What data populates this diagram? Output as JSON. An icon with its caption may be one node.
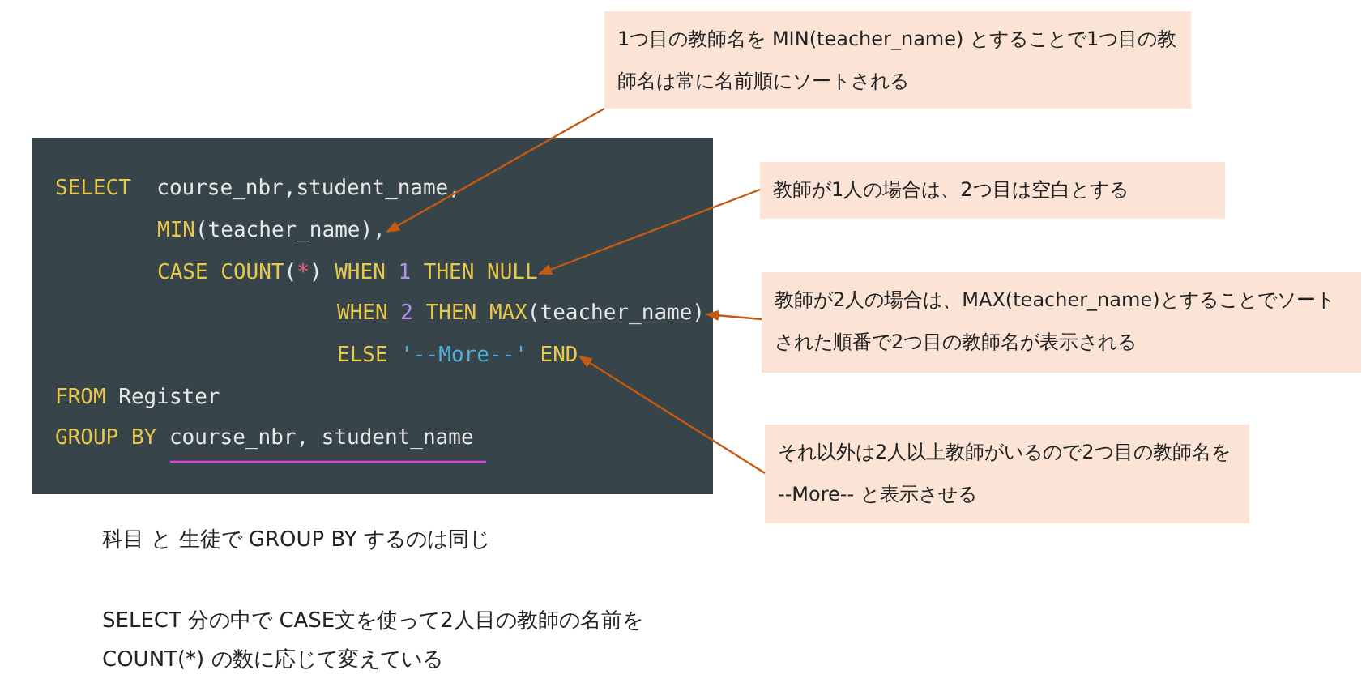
{
  "diagram": {
    "nodes": [
      {
        "text": [],
        "shape": "box"
      },
      {
        "text": [
          "SELECT  course_nbr,student_name,"
        ],
        "in": 0
      },
      {
        "text": [
          "MIN(teacher_name),"
        ],
        "in": 0
      },
      {
        "text": [
          "CASE COUNT(*) WHEN 1 THEN NULL"
        ],
        "in": 0
      },
      {
        "text": [
          "WHEN 2 THEN MAX(teacher_name)"
        ],
        "in": 0
      },
      {
        "text": [
          "ELSE '--More--' END"
        ],
        "in": 0
      },
      {
        "text": [
          "FROM Register"
        ],
        "in": 0
      },
      {
        "text": [
          "GROUP BY course_nbr, student_name"
        ],
        "in": 0
      },
      {
        "text": [
          "1つ目の教師名を MIN(teacher_name) とすることで1つ目の教師名は常に名前順にソートされる"
        ]
      },
      {
        "text": [
          "教師が1人の場合は、2つ目は空白とする"
        ]
      },
      {
        "text": [
          "教師が2人の場合は、MAX(teacher_name)とすることでソートされた順番で2つ目の教師名が表示される"
        ]
      },
      {
        "text": [
          "それ以外は2人以上教師がいるので2つ目の教師名を --More-- と表示させる"
        ]
      }
    ],
    "edges": [
      {
        "from": 8,
        "to": 2,
        "arrow": "to"
      },
      {
        "from": 9,
        "to": 3,
        "arrow": "to"
      },
      {
        "from": 10,
        "to": 4,
        "arrow": "to"
      },
      {
        "from": 11,
        "to": 5,
        "arrow": "to"
      }
    ],
    "labels": [
      "科目 と 生徒で GROUP BY  するのは同じ",
      "SELECT 分の中で CASE文を使って2人目の教師の名前をCOUNT(*) の数に応じて変えている"
    ]
  }
}
